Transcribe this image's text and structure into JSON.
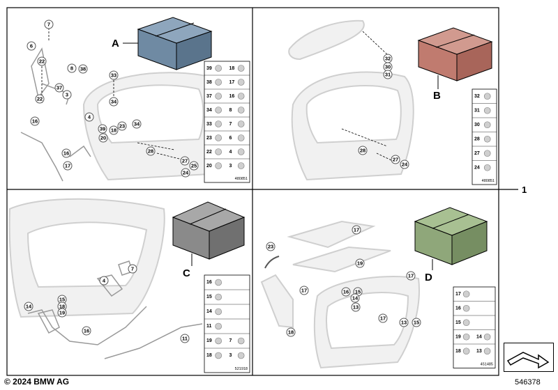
{
  "assembly_number": "1",
  "copyright": "© 2024 BMW AG",
  "document_number": "546378",
  "colors": {
    "frame": "#000000",
    "part_fill": "#efefef",
    "part_stroke": "#c8c8c8",
    "kit_A": "#6f8aa3",
    "kit_B": "#c07b6f",
    "kit_C": "#8a8a8a",
    "kit_D": "#8fa77a",
    "callout_border": "#555555"
  },
  "panels": [
    {
      "id": "A",
      "kit_label": "A",
      "kit_color": "#6f8aa3",
      "ref_code": "480851",
      "callouts": [
        "7",
        "6",
        "22",
        "8",
        "38",
        "37",
        "3",
        "22",
        "33",
        "34",
        "4",
        "16",
        "39",
        "20",
        "18",
        "23",
        "34",
        "28",
        "16",
        "17",
        "27",
        "25",
        "24"
      ],
      "fastener_table": [
        [
          "39",
          "18"
        ],
        [
          "38",
          "17"
        ],
        [
          "37",
          "16"
        ],
        [
          "34",
          "8"
        ],
        [
          "33",
          "7"
        ],
        [
          "23",
          "6"
        ],
        [
          "22",
          "4"
        ],
        [
          "20",
          "3"
        ]
      ]
    },
    {
      "id": "B",
      "kit_label": "B",
      "kit_color": "#c07b6f",
      "ref_code": "480851",
      "callouts": [
        "32",
        "30",
        "31",
        "28",
        "27",
        "24"
      ],
      "fastener_table": [
        [
          "32"
        ],
        [
          "31"
        ],
        [
          "30"
        ],
        [
          "28"
        ],
        [
          "27"
        ],
        [
          "24"
        ]
      ]
    },
    {
      "id": "C",
      "kit_label": "C",
      "kit_color": "#8a8a8a",
      "ref_code": "521918",
      "callouts": [
        "7",
        "4",
        "15",
        "18",
        "19",
        "14",
        "16",
        "11"
      ],
      "fastener_table": [
        [
          "16"
        ],
        [
          "15"
        ],
        [
          "14"
        ],
        [
          "11"
        ],
        [
          "19",
          "7"
        ],
        [
          "18",
          "3"
        ]
      ]
    },
    {
      "id": "D",
      "kit_label": "D",
      "kit_color": "#8fa77a",
      "ref_code": "451485",
      "callouts": [
        "23",
        "17",
        "19",
        "17",
        "16",
        "15",
        "14",
        "13",
        "17",
        "17",
        "13",
        "15",
        "18"
      ],
      "fastener_table": [
        [
          "17"
        ],
        [
          "16"
        ],
        [
          "15"
        ],
        [
          "19",
          "14"
        ],
        [
          "18",
          "13"
        ]
      ]
    }
  ]
}
